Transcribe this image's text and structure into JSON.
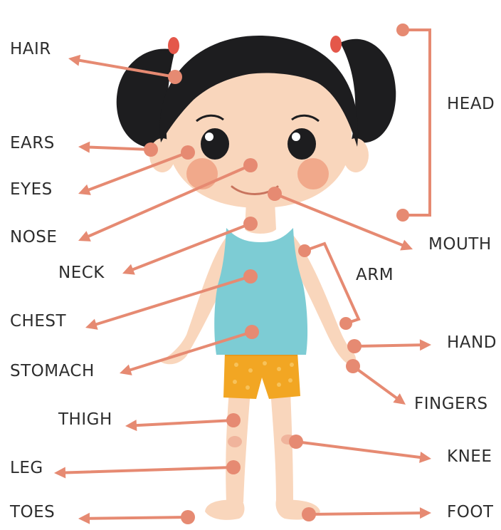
{
  "labels": {
    "hair": "HAIR",
    "ears": "EARS",
    "eyes": "EYES",
    "nose": "NOSE",
    "neck": "NECK",
    "chest": "CHEST",
    "stomach": "STOMACH",
    "thigh": "THIGH",
    "leg": "LEG",
    "toes": "TOES",
    "head": "HEAD",
    "mouth": "MOUTH",
    "arm": "ARM",
    "hand": "HAND",
    "fingers": "FINGERS",
    "knee": "KNEE",
    "foot": "FOOT"
  },
  "colors": {
    "pointer": "#E68A72",
    "hair": "#1d1d1f",
    "skin": "#F9D6BC",
    "shirt": "#7DCCD4",
    "shorts": "#F2A623",
    "cheeks": "#F0A183",
    "hair_tie": "#E4574A"
  }
}
